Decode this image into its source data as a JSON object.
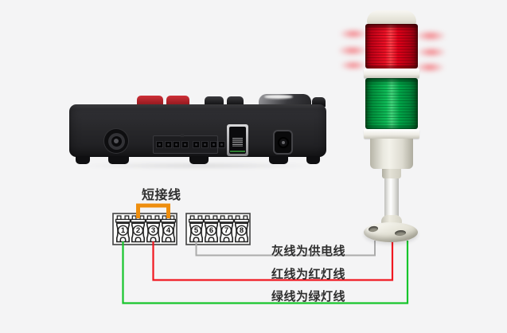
{
  "labels": {
    "jumper_wire": "短接线",
    "gray_wire_note": "灰线为供电线",
    "red_wire_note": "红线为红灯线",
    "green_wire_note": "绿线为绿灯线"
  },
  "terminal_blocks": {
    "block1": [
      "1",
      "2",
      "3",
      "4"
    ],
    "block2": [
      "5",
      "6",
      "7",
      "8"
    ]
  },
  "colors": {
    "background": "#f4f4f5",
    "jumper_wire": "#EE8E0E",
    "gray_wire": "#ABABAB",
    "red_wire": "#F01820",
    "green_wire": "#17C52C",
    "tower_red_lens": "#E00019",
    "tower_green_lens": "#00B14E",
    "device_body": "#26262A"
  }
}
